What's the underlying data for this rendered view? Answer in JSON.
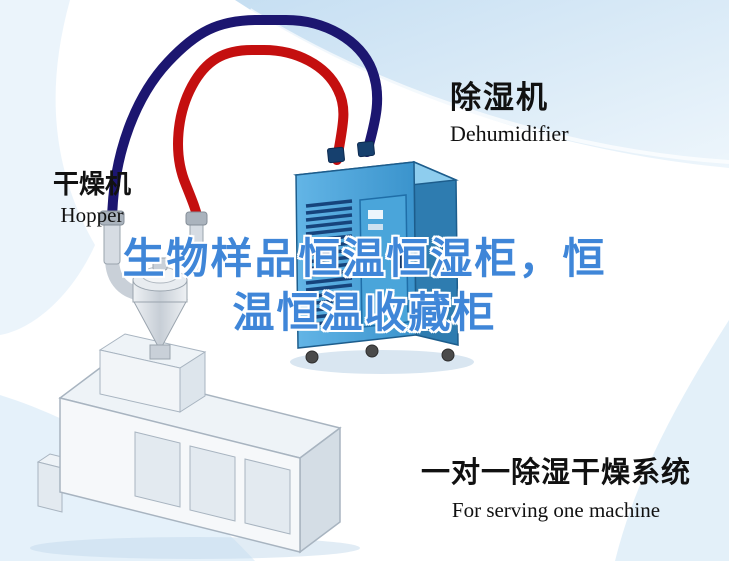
{
  "scene": {
    "dryer_label": {
      "cn": "干燥机",
      "en": "Hopper"
    },
    "dehumidifier_label": {
      "cn": "除湿机",
      "en": "Dehumidifier"
    },
    "watermark": {
      "line1": "生物样品恒温恒湿柜，恒",
      "line2": "温恒温收藏柜"
    },
    "caption": {
      "cn": "一对一除湿干燥系统",
      "en": "For serving one machine"
    }
  },
  "colors": {
    "pipe_red": "#c40f0f",
    "pipe_navy": "#1c1670",
    "dehumidifier_blue": "#3f9fd8",
    "watermark_blue": "#3f86d8",
    "background_tint": "#d7e9f7"
  }
}
